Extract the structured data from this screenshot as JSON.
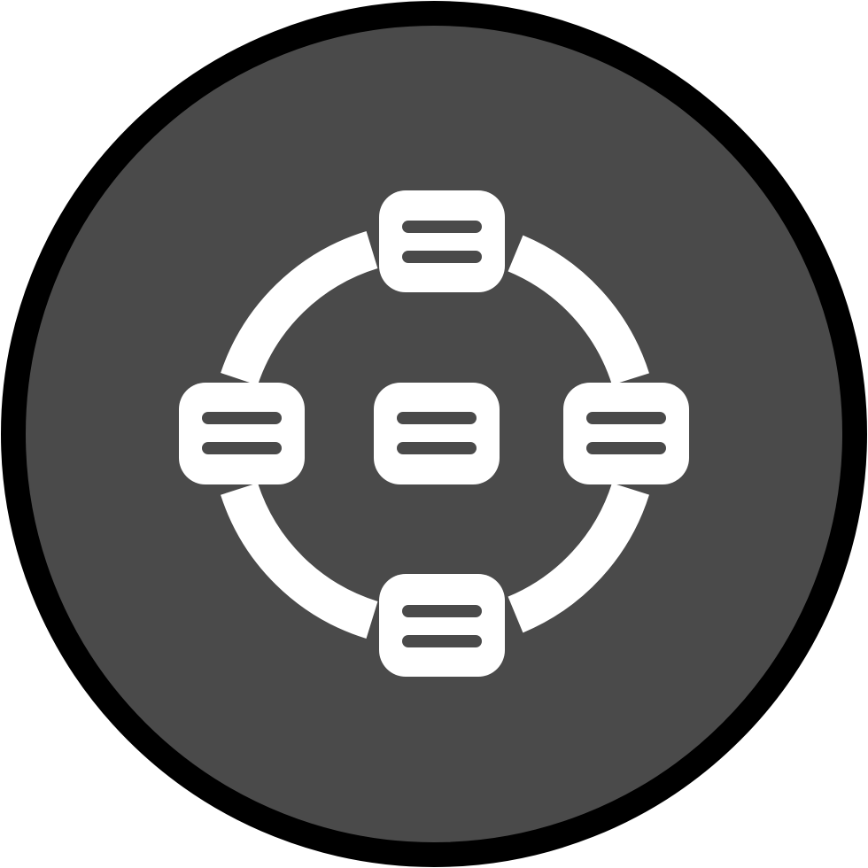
{
  "icon": {
    "name": "network-nodes-icon",
    "style": "glyph-in-circle",
    "colors": {
      "page_background": "#ffffff",
      "circle_border": "#000000",
      "circle_fill": "#4a4a4a",
      "glyph": "#ffffff"
    },
    "nodes": [
      {
        "id": "top",
        "icon": "server-node-icon"
      },
      {
        "id": "left",
        "icon": "server-node-icon"
      },
      {
        "id": "center",
        "icon": "server-node-icon"
      },
      {
        "id": "right",
        "icon": "server-node-icon"
      },
      {
        "id": "bottom",
        "icon": "server-node-icon"
      }
    ]
  }
}
